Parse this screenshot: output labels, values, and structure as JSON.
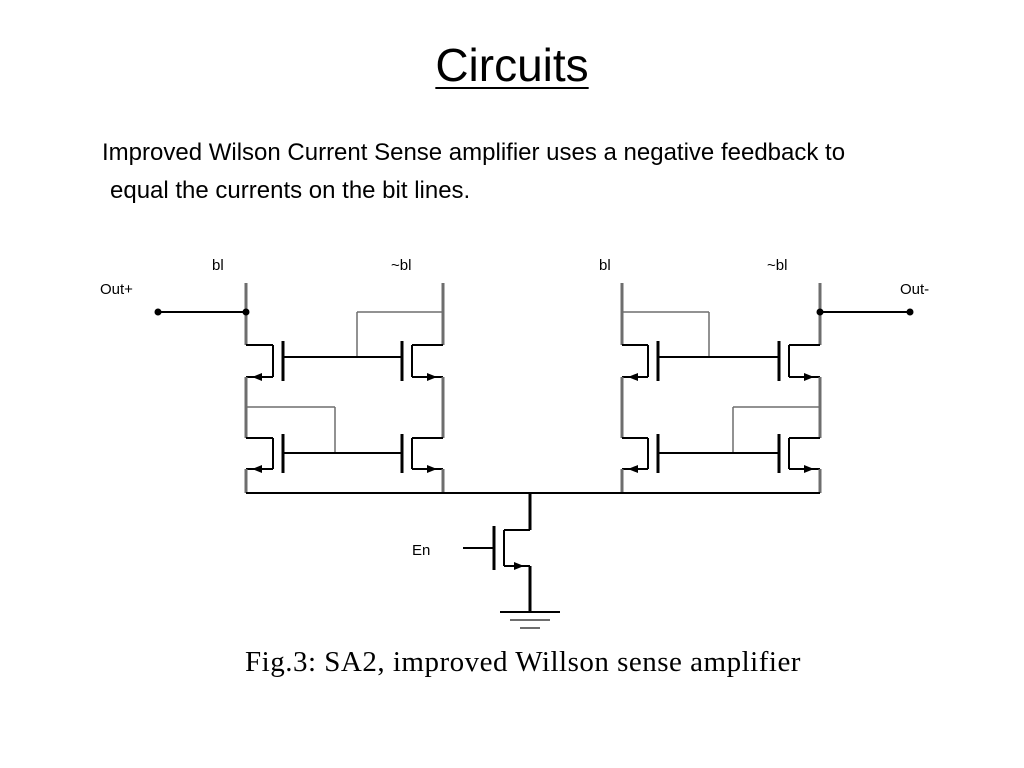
{
  "slide": {
    "title": "Circuits",
    "body_line1": "Improved Wilson Current Sense amplifier uses a negative feedback to",
    "body_line2": "equal the currents on the bit lines."
  },
  "diagram": {
    "labels": {
      "out_plus": "Out+",
      "out_minus": "Out-",
      "bl_left": "bl",
      "nbl_left": "~bl",
      "bl_right": "bl",
      "nbl_right": "~bl",
      "enable": "En"
    },
    "caption": "Fig.3: SA2, improved Willson sense amplifier"
  },
  "colors": {
    "wire": "#000000",
    "gray_wire": "#6e6e6e"
  }
}
